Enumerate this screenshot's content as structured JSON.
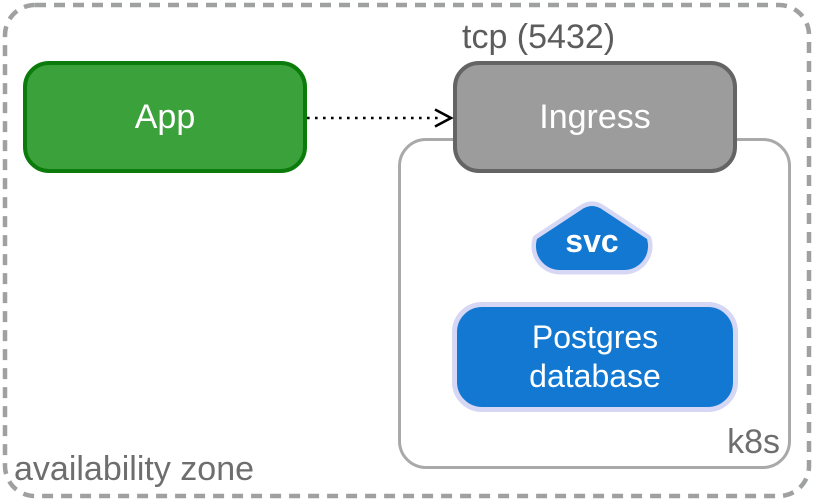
{
  "colors": {
    "app_fill": "#3BA13B",
    "app_border": "#0B7B0B",
    "ingress_fill": "#9C9C9C",
    "ingress_border": "#646464",
    "node_blue": "#1278D2",
    "node_blue_border": "#D6D6F5",
    "cluster_border": "#A9A9A9",
    "zone_border": "#9FA0A0",
    "label_gray": "#6E6E6E",
    "tcp_gray": "#5C5C5C",
    "arrow_black": "#000000",
    "node_text": "#FFFFFF"
  },
  "diagram": {
    "availability_zone": {
      "label": "availability zone"
    },
    "app": {
      "label": "App"
    },
    "connection": {
      "label": "tcp (5432)"
    },
    "ingress": {
      "label": "Ingress"
    },
    "k8s_cluster": {
      "label": "k8s"
    },
    "svc": {
      "label": "svc"
    },
    "postgres": {
      "label_line1": "Postgres",
      "label_line2": "database"
    }
  }
}
